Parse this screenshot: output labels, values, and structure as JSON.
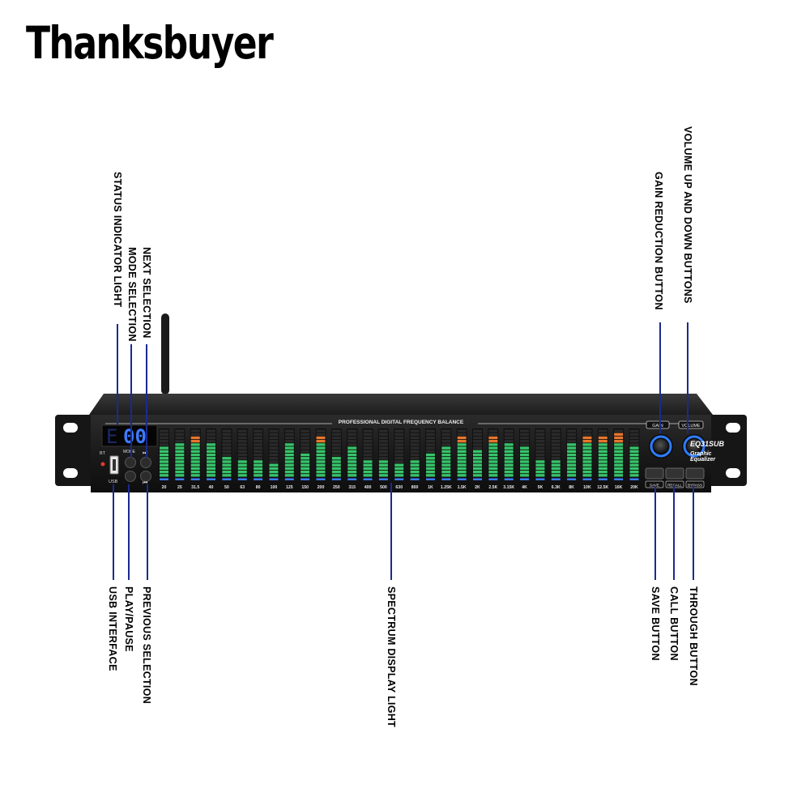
{
  "brand": "Thanksbuyer",
  "colors": {
    "lead_line": "#1b2a8f",
    "led_green": "#37c46a",
    "led_orange": "#e7772e",
    "display_blue": "#3e7bff"
  },
  "device": {
    "header": "PROFESSIONAL DIGITAL FREQUENCY BALANCE",
    "model": "EQ31SUB",
    "model_sub": "Graphic Equalizer",
    "display_digits": "00",
    "display_prefix": "E",
    "left_labels": {
      "bt": "BT",
      "mode": "MODE",
      "usb": "USB",
      "next_icon": "⏭",
      "prev_icon": "⏮"
    },
    "knob_labels": {
      "gain": "GAIN",
      "volume": "VOLUME"
    },
    "button_labels": {
      "save": "SAVE",
      "recall": "RECALL",
      "bypass": "BYPASS"
    },
    "bands": [
      "20",
      "25",
      "31.5",
      "40",
      "50",
      "63",
      "80",
      "100",
      "125",
      "150",
      "200",
      "250",
      "315",
      "400",
      "500",
      "630",
      "800",
      "1K",
      "1.25K",
      "1.5K",
      "2K",
      "2.5K",
      "3.15K",
      "4K",
      "5K",
      "6.3K",
      "8K",
      "10K",
      "12.5K",
      "16K",
      "20K"
    ],
    "levels": [
      9,
      10,
      12,
      10,
      6,
      5,
      5,
      4,
      10,
      7,
      12,
      6,
      9,
      5,
      5,
      4,
      5,
      7,
      9,
      12,
      8,
      12,
      10,
      9,
      5,
      5,
      10,
      12,
      12,
      13,
      9
    ]
  },
  "callouts": {
    "status_indicator": "STATUS INDICATOR LIGHT",
    "mode_selection": "MODE SELECTION",
    "next_selection": "NEXT SELECTION",
    "usb_interface": "USB INTERFACE",
    "play_pause": "PLAY/PAUSE",
    "previous_selection": "PREVIOUS SELECTION",
    "spectrum_display": "SPECTRUM DISPLAY LIGHT",
    "gain_reduction": "GAIN REDUCTION BUTTON",
    "volume_buttons": "VOLUME UP AND DOWN BUTTONS",
    "save_button": "SAVE BUTTON",
    "call_button": "CALL BUTTON",
    "through_button": "THROUGH BUTTON"
  }
}
